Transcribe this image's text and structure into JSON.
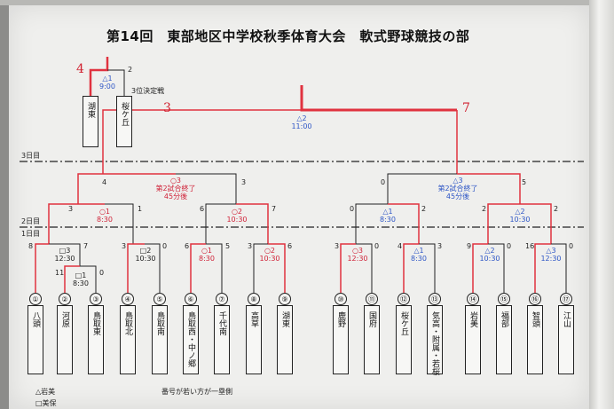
{
  "title": "第14回　東部地区中学校秋季体育大会　軟式野球競技の部",
  "days": {
    "day3": "3日目",
    "day2": "2日目",
    "day1": "1日目"
  },
  "third_place": {
    "label": "3位決定戦",
    "game": "△1",
    "time": "9:00",
    "teams": [
      "湖東",
      "桜ケ丘"
    ],
    "scores": [
      "4",
      "2"
    ]
  },
  "final": {
    "game": "△2",
    "time": "11:00",
    "scores": [
      "3",
      "7"
    ]
  },
  "semis": [
    {
      "game": "○3",
      "note1": "第2試合終了",
      "note2": "45分後",
      "scores": [
        "4",
        "3"
      ]
    },
    {
      "game": "△3",
      "note1": "第2試合終了",
      "note2": "45分後",
      "scores": [
        "0",
        "5"
      ]
    }
  ],
  "quarters": [
    {
      "game": "○1",
      "time": "8:30",
      "scores": [
        "3",
        "1"
      ]
    },
    {
      "game": "○2",
      "time": "10:30",
      "scores": [
        "6",
        "7"
      ]
    },
    {
      "game": "△1",
      "time": "8:30",
      "scores": [
        "0",
        "2"
      ]
    },
    {
      "game": "△2",
      "time": "10:30",
      "scores": [
        "2",
        "2"
      ]
    }
  ],
  "round1": [
    {
      "game": "□3",
      "time": "12:30",
      "scores": [
        "8",
        "7"
      ]
    },
    {
      "game": "□1",
      "time": "8:30",
      "scores": [
        "11",
        "0"
      ]
    },
    {
      "game": "□2",
      "time": "10:30",
      "scores": [
        "3",
        "0"
      ]
    },
    {
      "game": "○1",
      "time": "8:30",
      "scores": [
        "6",
        "5"
      ]
    },
    {
      "game": "○2",
      "time": "10:30",
      "scores": [
        "3",
        "6"
      ]
    },
    {
      "game": "○3",
      "time": "12:30",
      "scores": [
        "3",
        "0"
      ]
    },
    {
      "game": "△1",
      "time": "8:30",
      "scores": [
        "4",
        "3"
      ]
    },
    {
      "game": "△2",
      "time": "10:30",
      "scores": [
        "9",
        "0"
      ]
    },
    {
      "game": "△3",
      "time": "12:30",
      "scores": [
        "16",
        "0"
      ]
    }
  ],
  "teams": [
    {
      "num": "①",
      "name": "八頭"
    },
    {
      "num": "②",
      "name": "河原"
    },
    {
      "num": "③",
      "name": "鳥取東"
    },
    {
      "num": "④",
      "name": "鳥取北"
    },
    {
      "num": "⑤",
      "name": "鳥取南"
    },
    {
      "num": "⑥",
      "name": "鳥取西・中ノ郷"
    },
    {
      "num": "⑦",
      "name": "千代南"
    },
    {
      "num": "⑧",
      "name": "高草"
    },
    {
      "num": "⑨",
      "name": "湖東"
    },
    {
      "num": "⑩",
      "name": "鹿野"
    },
    {
      "num": "⑪",
      "name": "国府"
    },
    {
      "num": "⑫",
      "name": "桜ケ丘"
    },
    {
      "num": "⑬",
      "name": "気高・附属・若桜"
    },
    {
      "num": "⑭",
      "name": "岩美"
    },
    {
      "num": "⑮",
      "name": "福部"
    },
    {
      "num": "⑯",
      "name": "智頭"
    },
    {
      "num": "⑰",
      "name": "江山"
    }
  ],
  "footer": {
    "legend1": "△岩美",
    "legend2": "□美保",
    "note": "番号が若い方が一塁側"
  },
  "colors": {
    "win_line": "#e0323f",
    "line": "#222222",
    "blue_text": "#2f57c6",
    "red_text": "#d0243a"
  }
}
